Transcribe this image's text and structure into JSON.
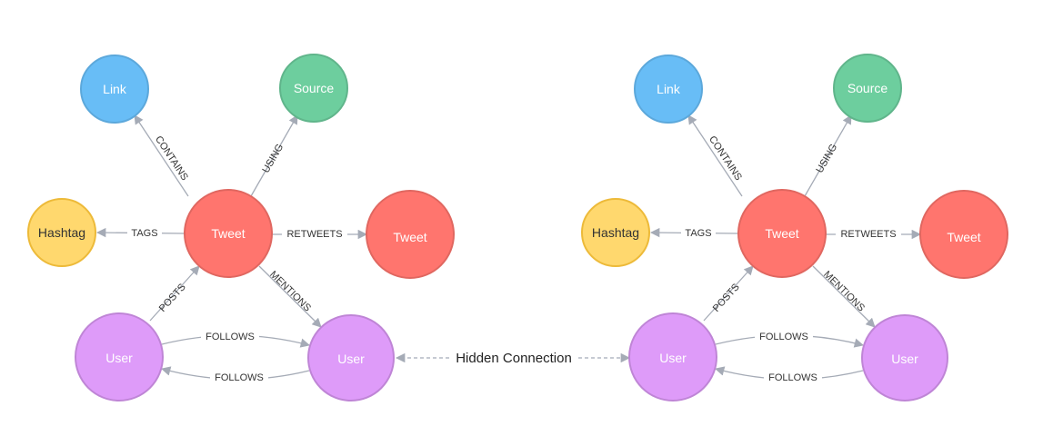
{
  "colors": {
    "link": "#68bdf6",
    "link_stroke": "#5ca8db",
    "source": "#6dce9e",
    "source_stroke": "#60b58b",
    "tweet": "#ff756e",
    "tweet_stroke": "#e06760",
    "hashtag": "#ffd86e",
    "hashtag_stroke": "#edba39",
    "user": "#de9bf9",
    "user_stroke": "#bf85d6",
    "edge": "#a5abb6"
  },
  "graphs": [
    {
      "nodes": {
        "link": "Link",
        "source": "Source",
        "hashtag": "Hashtag",
        "tweet": "Tweet",
        "retweet_target": "Tweet",
        "user_left": "User",
        "user_right": "User"
      },
      "edges": {
        "contains": "CONTAINS",
        "using": "USING",
        "tags": "TAGS",
        "retweets": "RETWEETS",
        "posts": "POSTS",
        "mentions": "MENTIONS",
        "follows_top": "FOLLOWS",
        "follows_bottom": "FOLLOWS"
      }
    },
    {
      "nodes": {
        "link": "Link",
        "source": "Source",
        "hashtag": "Hashtag",
        "tweet": "Tweet",
        "retweet_target": "Tweet",
        "user_left": "User",
        "user_right": "User"
      },
      "edges": {
        "contains": "CONTAINS",
        "using": "USING",
        "tags": "TAGS",
        "retweets": "RETWEETS",
        "posts": "POSTS",
        "mentions": "MENTIONS",
        "follows_top": "FOLLOWS",
        "follows_bottom": "FOLLOWS"
      }
    }
  ],
  "hidden_connection": "Hidden Connection"
}
